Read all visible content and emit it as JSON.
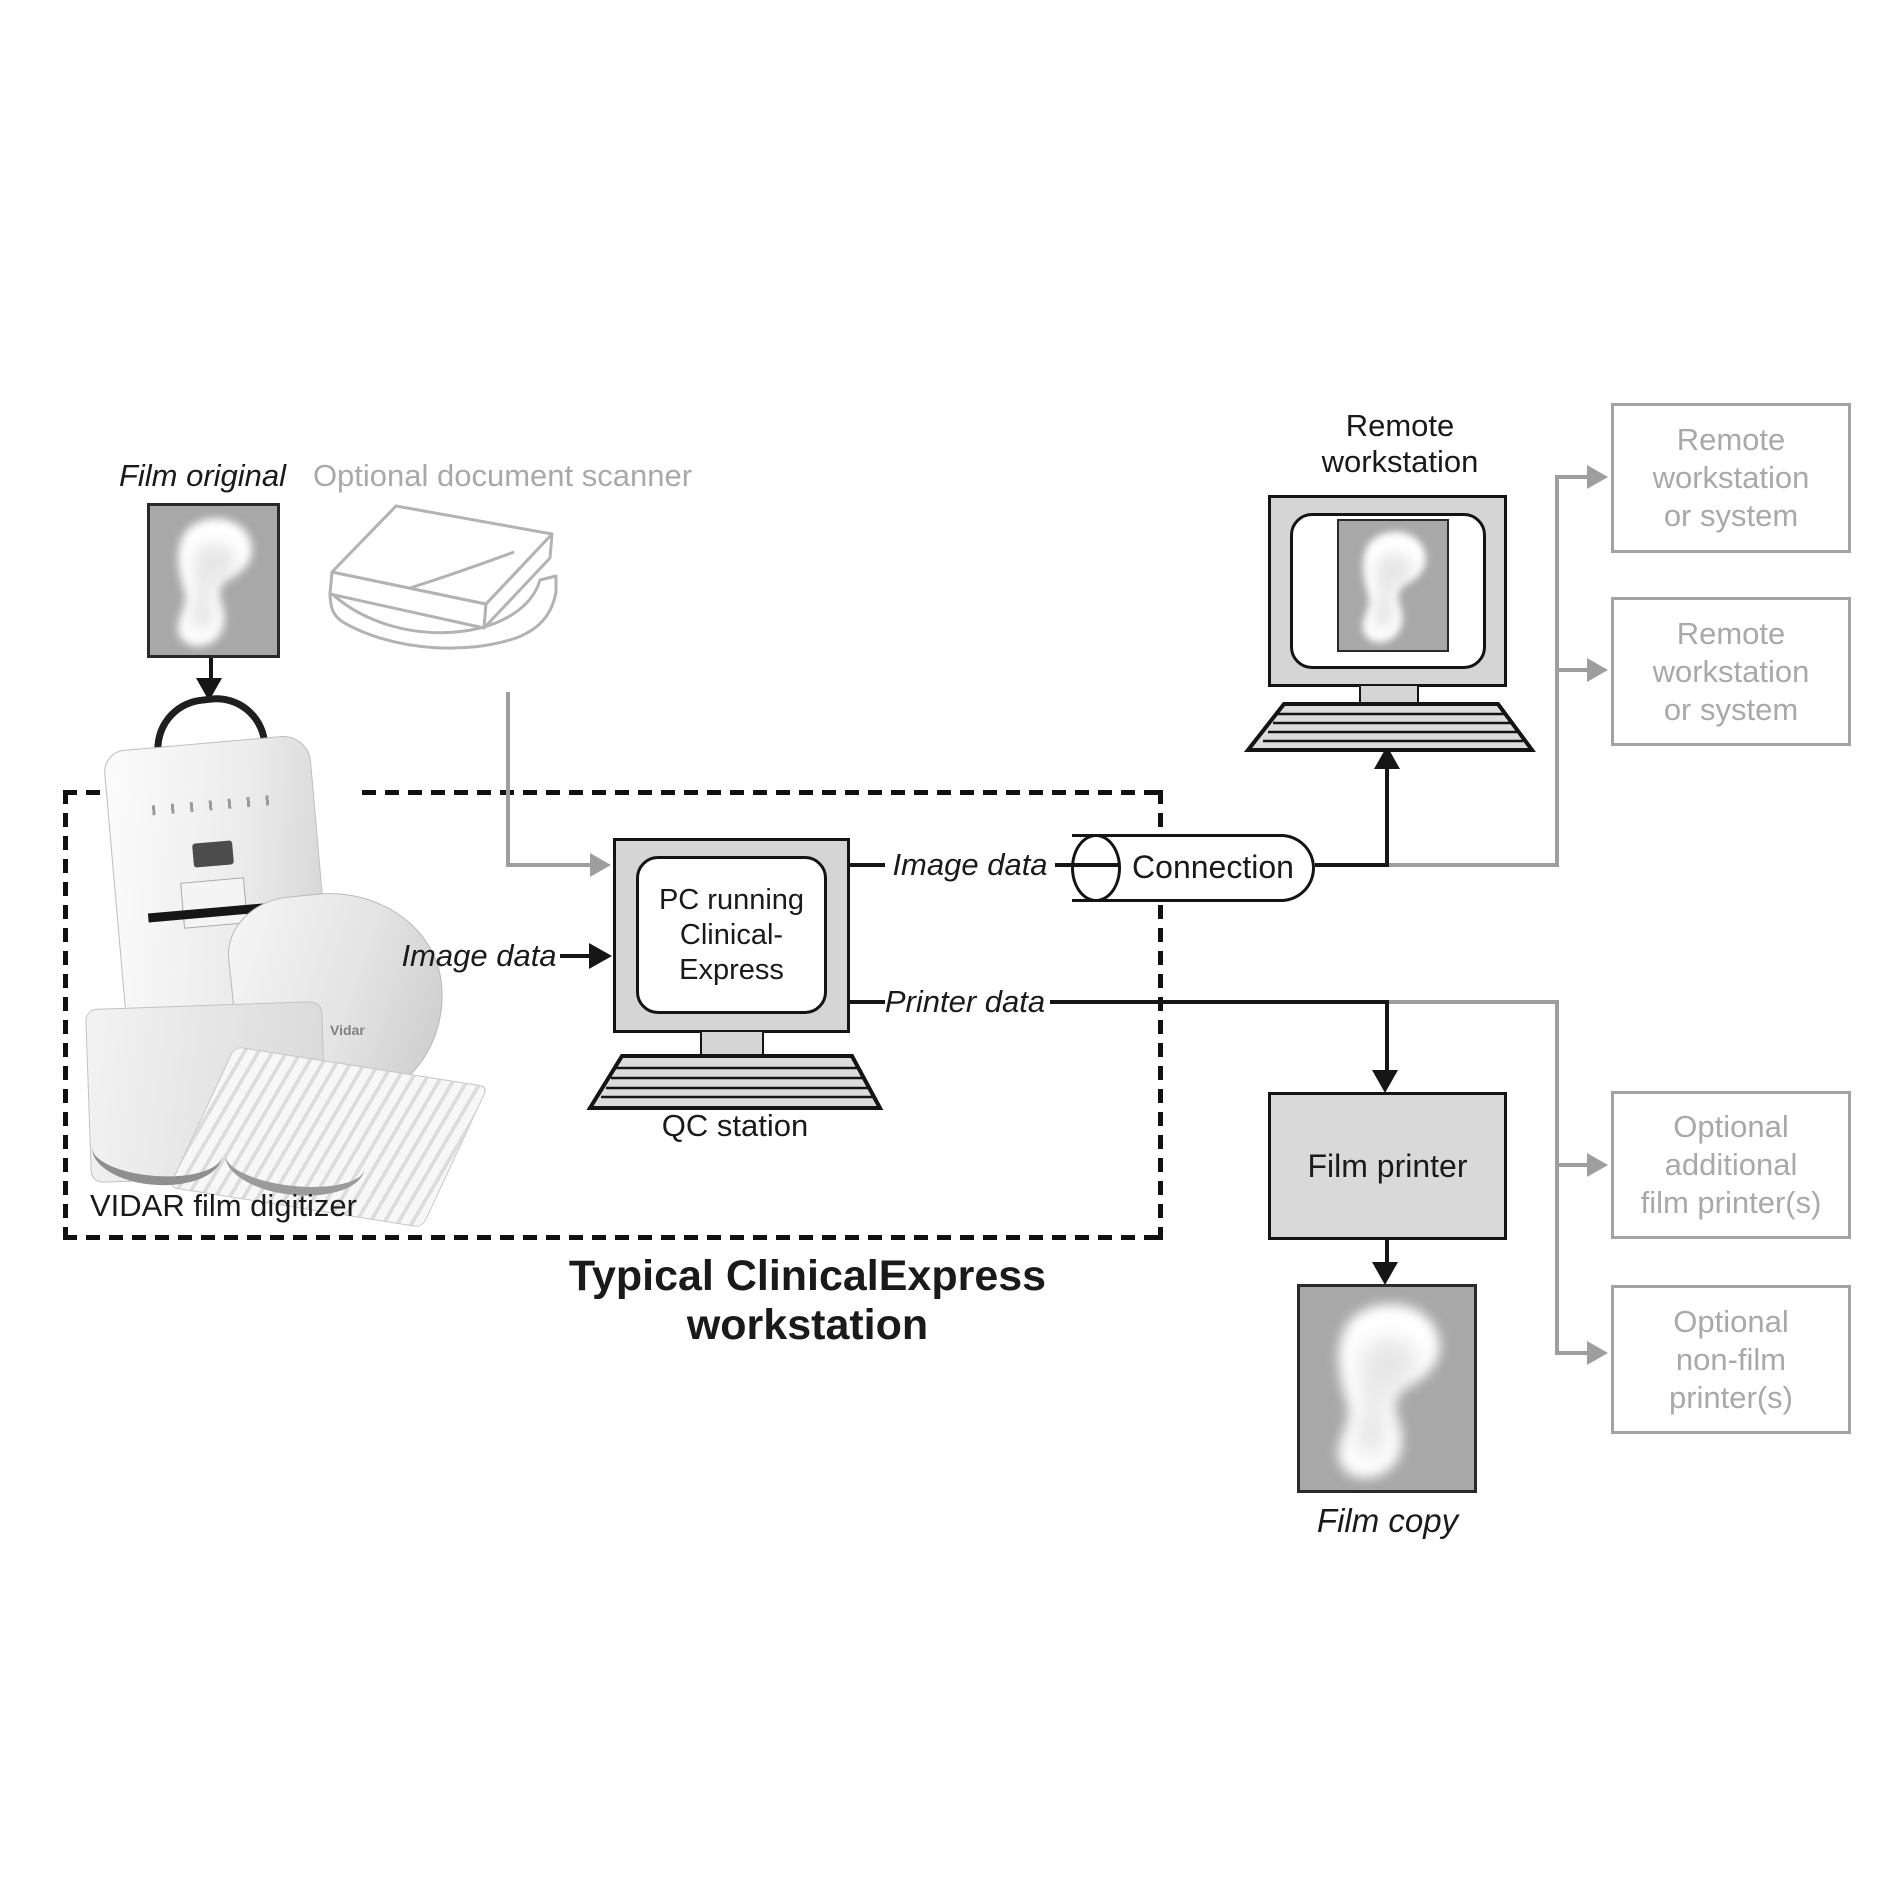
{
  "title": "Typical ClinicalExpress workstation",
  "film_original": {
    "label": "Film original"
  },
  "scanner": {
    "label": "Optional document scanner"
  },
  "digitizer": {
    "label": "VIDAR film digitizer",
    "logo": "Vidar"
  },
  "qc_station": {
    "screen_line1": "PC running",
    "screen_line2": "Clinical-",
    "screen_line3": "Express",
    "label": "QC station"
  },
  "flows": {
    "image_data_in": "Image data",
    "image_data_out": "Image data",
    "printer_data": "Printer data",
    "connection": "Connection"
  },
  "remote_workstation": {
    "label_line1": "Remote",
    "label_line2": "workstation"
  },
  "remote_box_1": {
    "line1": "Remote",
    "line2": "workstation",
    "line3": "or system"
  },
  "remote_box_2": {
    "line1": "Remote",
    "line2": "workstation",
    "line3": "or system"
  },
  "film_printer": {
    "label": "Film printer"
  },
  "film_copy": {
    "label": "Film copy"
  },
  "optional_printer_box_1": {
    "line1": "Optional",
    "line2": "additional",
    "line3": "film printer(s)"
  },
  "optional_printer_box_2": {
    "line1": "Optional",
    "line2": "non-film",
    "line3": "printer(s)"
  },
  "colors": {
    "film_background": "#a8a8a8",
    "device_fill": "#d9d9d9",
    "muted_gray": "#a9a9a9",
    "line_black": "#161616",
    "line_gray": "#9e9e9e"
  }
}
